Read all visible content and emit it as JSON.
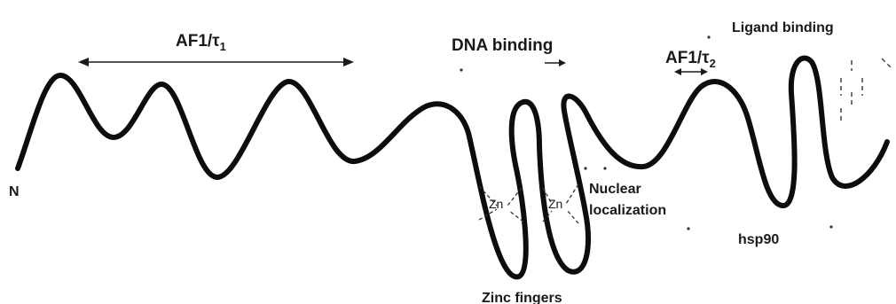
{
  "labels": {
    "af1_tau1": {
      "base": "AF1/τ",
      "sub": "1"
    },
    "af1_tau2": {
      "base": "AF1/τ",
      "sub": "2"
    },
    "dna_binding": "DNA binding",
    "ligand_binding": "Ligand binding",
    "n_terminus": "N",
    "zinc_fingers": "Zinc fingers",
    "zn": "Zn",
    "nuclear": "Nuclear",
    "localization": "localization",
    "hsp90": "hsp90"
  },
  "colors": {
    "chain": "#0d0d0d",
    "text": "#1a1a1a",
    "background": "#ffffff"
  }
}
